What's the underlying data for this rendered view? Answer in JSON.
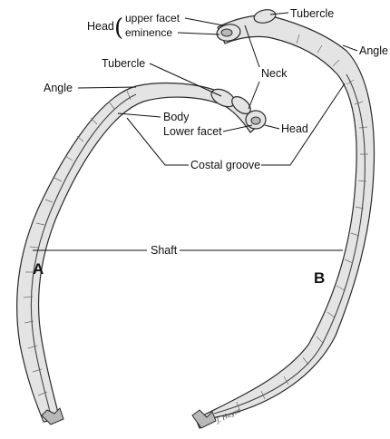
{
  "labels": {
    "tubercle_b": "Tubercle",
    "head_b": "Head",
    "upper_facet": "upper facet",
    "eminence": "eminence",
    "angle_b": "Angle",
    "neck": "Neck",
    "tubercle_a": "Tubercle",
    "angle_a": "Angle",
    "body": "Body",
    "lower_facet": "Lower facet",
    "head_a": "Head",
    "costal_groove": "Costal groove",
    "shaft": "Shaft",
    "rib_a": "A",
    "rib_b": "B",
    "signature": "J. Hayes"
  },
  "colors": {
    "bone_fill": "#e4e4e4",
    "bone_outline": "#2a2a2a",
    "leader_lines": "#111111"
  }
}
